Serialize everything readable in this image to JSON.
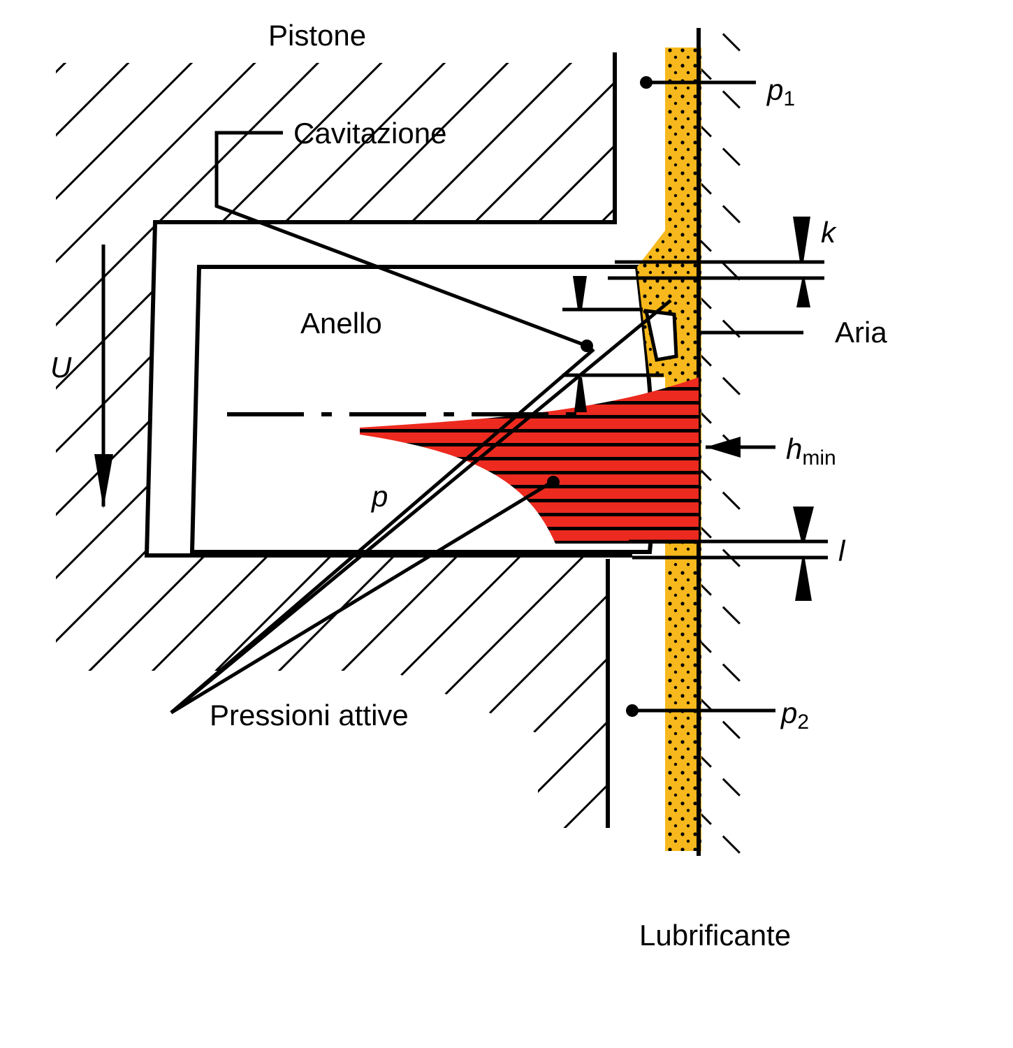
{
  "labels": {
    "piston": "Pistone",
    "cavitation": "Cavitazione",
    "ring": "Anello",
    "velocity": "U",
    "pressure": "p",
    "active_pressures": "Pressioni attive",
    "p1_base": "p",
    "p1_sub": "1",
    "k": "k",
    "air": "Aria",
    "hmin_base": "h",
    "hmin_sub": "min",
    "l": "l",
    "p2_base": "p",
    "p2_sub": "2",
    "lubricant": "Lubrificante"
  },
  "colors": {
    "oil": "#F6B81C",
    "pressure": "#EC2A1F",
    "ink": "#000000"
  }
}
